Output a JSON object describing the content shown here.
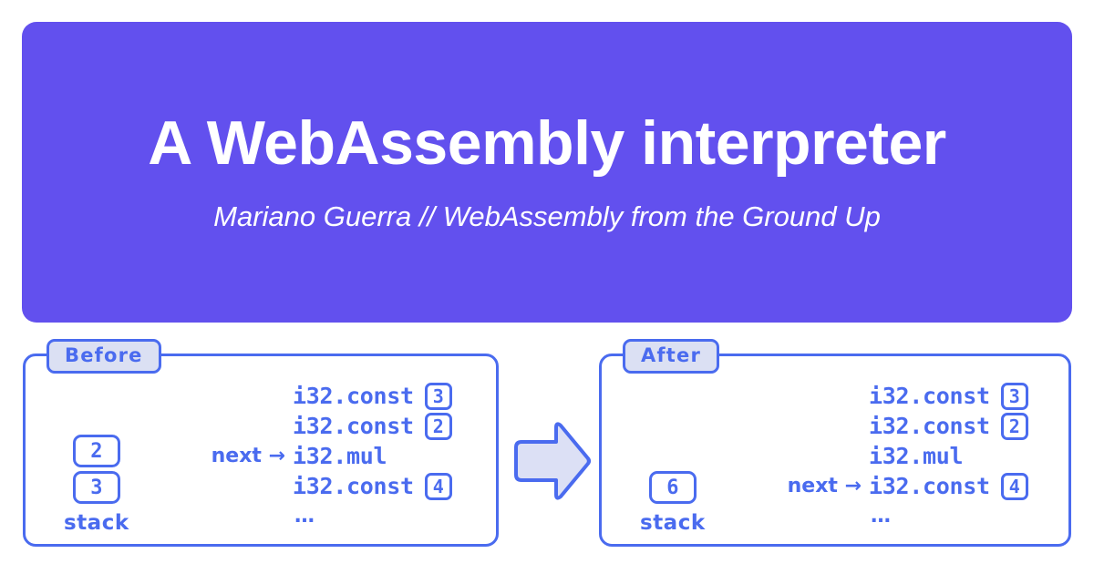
{
  "header": {
    "title": "A WebAssembly interpreter",
    "subtitle": "Mariano Guerra // WebAssembly from the Ground Up",
    "background_color": "#6250ee",
    "text_color": "#ffffff"
  },
  "theme": {
    "stroke_color": "#4a6bef",
    "label_fill": "#dbe0f3",
    "arrow_fill": "#dce0f5",
    "panel_fill": "#ffffff",
    "page_background": "#ffffff"
  },
  "diagram": {
    "transition_arrow_icon": "right-block-arrow-icon",
    "panels": [
      {
        "label": "Before",
        "stack": {
          "caption": "stack",
          "cells": [
            "2",
            "3"
          ]
        },
        "instructions": [
          {
            "marker": "",
            "name": "i32.const",
            "arg": "3"
          },
          {
            "marker": "",
            "name": "i32.const",
            "arg": "2"
          },
          {
            "marker": "next →",
            "name": "i32.mul",
            "arg": ""
          },
          {
            "marker": "",
            "name": "i32.const",
            "arg": "4"
          }
        ],
        "ellipsis": "…"
      },
      {
        "label": "After",
        "stack": {
          "caption": "stack",
          "cells": [
            "6"
          ]
        },
        "instructions": [
          {
            "marker": "",
            "name": "i32.const",
            "arg": "3"
          },
          {
            "marker": "",
            "name": "i32.const",
            "arg": "2"
          },
          {
            "marker": "",
            "name": "i32.mul",
            "arg": ""
          },
          {
            "marker": "next →",
            "name": "i32.const",
            "arg": "4"
          }
        ],
        "ellipsis": "…"
      }
    ]
  }
}
